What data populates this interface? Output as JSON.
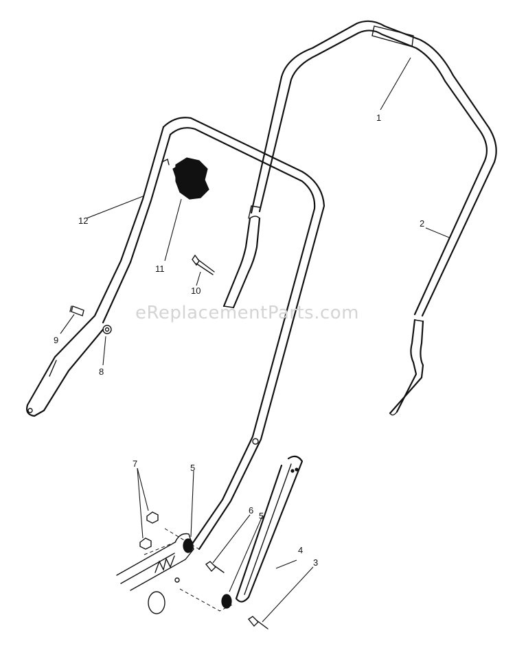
{
  "watermark": "eReplacementParts.com",
  "callouts": {
    "c1": "1",
    "c2": "2",
    "c3": "3",
    "c4": "4",
    "c5a": "5",
    "c5b": "5",
    "c6": "6",
    "c7": "7",
    "c8": "8",
    "c9": "9",
    "c10": "10",
    "c11": "11",
    "c12": "12"
  },
  "colors": {
    "line": "#111111",
    "background": "#ffffff",
    "watermark": "#d4d4d4"
  }
}
